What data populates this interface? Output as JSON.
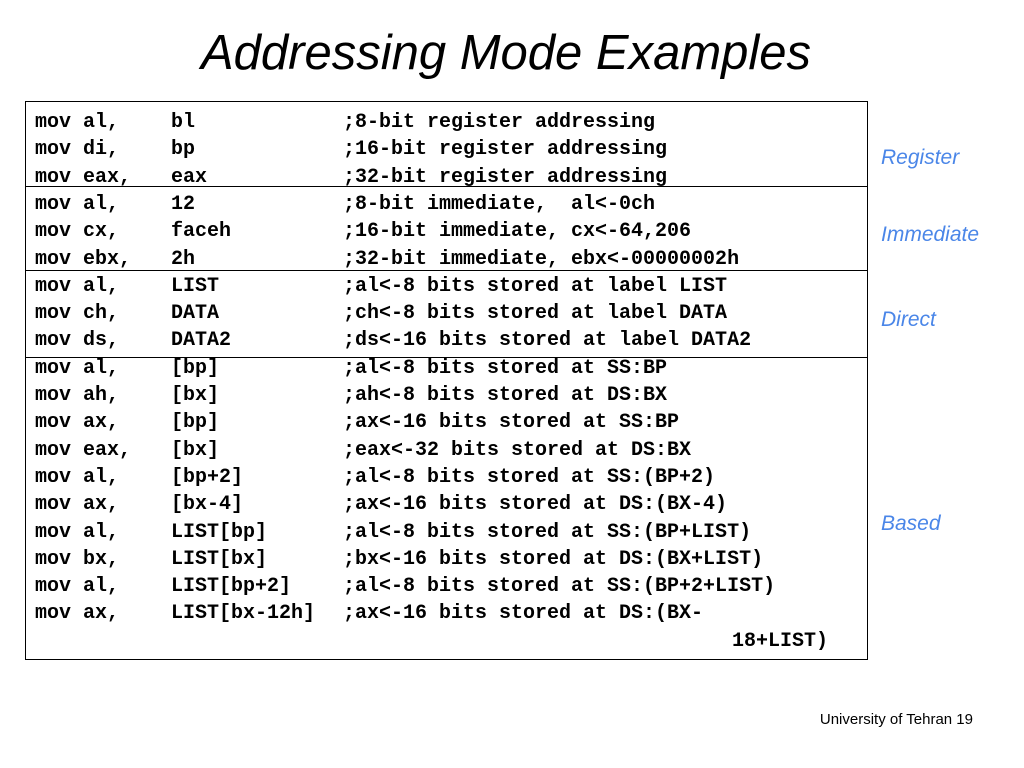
{
  "slide": {
    "title": "Addressing Mode Examples",
    "footer": "University of Tehran 19"
  },
  "colors": {
    "label": "#4A86E8",
    "text": "#000000",
    "border": "#000000"
  },
  "code": {
    "lines": [
      {
        "instr": "mov al,",
        "oper": "bl",
        "comment": ";8-bit register addressing"
      },
      {
        "instr": "mov di,",
        "oper": "bp",
        "comment": ";16-bit register addressing"
      },
      {
        "instr": "mov eax,",
        "oper": "eax",
        "comment": ";32-bit register addressing"
      },
      {
        "instr": "mov al,",
        "oper": "12",
        "comment": ";8-bit immediate,  al<-0ch"
      },
      {
        "instr": "mov cx,",
        "oper": "faceh",
        "comment": ";16-bit immediate, cx<-64,206"
      },
      {
        "instr": "mov ebx,",
        "oper": "2h",
        "comment": ";32-bit immediate, ebx<-00000002h"
      },
      {
        "instr": "mov al,",
        "oper": "LIST",
        "comment": ";al<-8 bits stored at label LIST"
      },
      {
        "instr": "mov ch,",
        "oper": "DATA",
        "comment": ";ch<-8 bits stored at label DATA"
      },
      {
        "instr": "mov ds,",
        "oper": "DATA2",
        "comment": ";ds<-16 bits stored at label DATA2"
      },
      {
        "instr": "mov al,",
        "oper": "[bp]",
        "comment": ";al<-8 bits stored at SS:BP"
      },
      {
        "instr": "mov ah,",
        "oper": "[bx]",
        "comment": ";ah<-8 bits stored at DS:BX"
      },
      {
        "instr": "mov ax,",
        "oper": "[bp]",
        "comment": ";ax<-16 bits stored at SS:BP"
      },
      {
        "instr": "mov eax,",
        "oper": "[bx]",
        "comment": ";eax<-32 bits stored at DS:BX"
      },
      {
        "instr": "mov al,",
        "oper": "[bp+2]",
        "comment": ";al<-8 bits stored at SS:(BP+2)"
      },
      {
        "instr": "mov ax,",
        "oper": "[bx-4]",
        "comment": ";ax<-16 bits stored at DS:(BX-4)"
      },
      {
        "instr": "mov al,",
        "oper": "LIST[bp]",
        "comment": ";al<-8 bits stored at SS:(BP+LIST)"
      },
      {
        "instr": "mov bx,",
        "oper": "LIST[bx]",
        "comment": ";bx<-16 bits stored at DS:(BX+LIST)"
      },
      {
        "instr": "mov al,",
        "oper": "LIST[bp+2]",
        "comment": ";al<-8 bits stored at SS:(BP+2+LIST)"
      },
      {
        "instr": "mov ax,",
        "oper": "LIST[bx-12h]",
        "comment": ";ax<-16 bits stored at DS:(BX-"
      }
    ],
    "continuation": "18+LIST)"
  },
  "modes": {
    "register": "Register",
    "immediate": "Immediate",
    "direct": "Direct",
    "based": "Based"
  }
}
